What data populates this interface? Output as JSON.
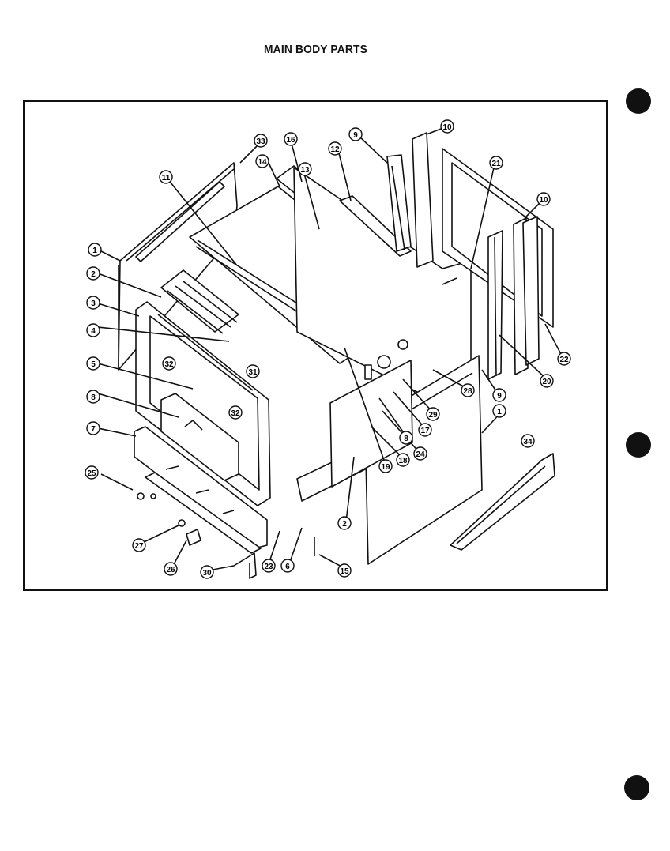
{
  "page": {
    "title": "MAIN BODY PARTS"
  },
  "diagram": {
    "callouts": [
      "1",
      "2",
      "3",
      "4",
      "5",
      "6",
      "7",
      "8",
      "9",
      "10",
      "11",
      "12",
      "13",
      "14",
      "15",
      "16",
      "17",
      "18",
      "19",
      "20",
      "21",
      "22",
      "23",
      "24",
      "25",
      "26",
      "27",
      "28",
      "29",
      "30",
      "31",
      "32",
      "33",
      "34"
    ]
  },
  "icons": {
    "binder_hole": "punch-hole-icon"
  }
}
